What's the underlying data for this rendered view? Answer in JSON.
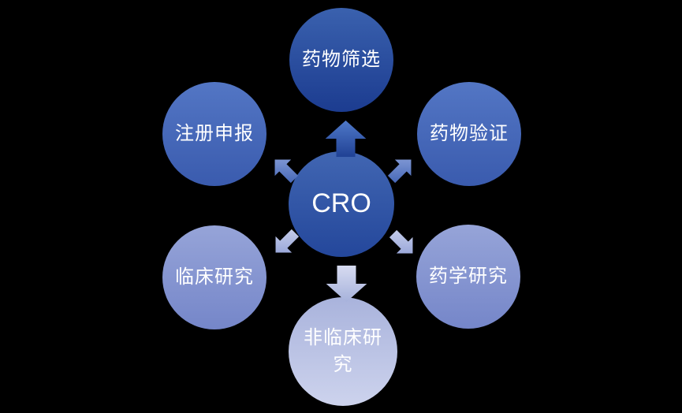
{
  "background_color": "#000000",
  "diagram": {
    "type": "radial-diverging",
    "center_node": {
      "label": "CRO",
      "color_top": "#4166B2",
      "color_bottom": "#24479B",
      "text_color": "#FFFFFF"
    },
    "satellite_nodes": [
      {
        "id": "drug-screening",
        "label": "药物筛选",
        "position": "top",
        "color_top": "#3A61AE",
        "color_bottom": "#1C3C90"
      },
      {
        "id": "drug-validation",
        "label": "药物验证",
        "position": "upper-right",
        "color_top": "#5376C4",
        "color_bottom": "#3A5BAE"
      },
      {
        "id": "pharmacy-research",
        "label": "药学研究",
        "position": "lower-right",
        "color_top": "#96A4D8",
        "color_bottom": "#7586C9"
      },
      {
        "id": "nonclinical-research",
        "label": "非临床研究",
        "position": "bottom",
        "color_top": "#A9B3DC",
        "color_bottom": "#CDD3ED"
      },
      {
        "id": "clinical-research",
        "label": "临床研究",
        "position": "lower-left",
        "color_top": "#96A4D8",
        "color_bottom": "#7586C9"
      },
      {
        "id": "registration-filing",
        "label": "注册申报",
        "position": "upper-left",
        "color_top": "#5376C4",
        "color_bottom": "#3A5BAE"
      }
    ],
    "arrows": [
      {
        "direction": "up",
        "color_top": "#507ACA",
        "color_bottom": "#1F4093"
      },
      {
        "direction": "up-left",
        "color_top": "#8FA5DC",
        "color_bottom": "#3C5FB2"
      },
      {
        "direction": "up-right",
        "color_top": "#8FA5DC",
        "color_bottom": "#3C5FB2"
      },
      {
        "direction": "down-left",
        "color_top": "#CDD4EE",
        "color_bottom": "#8D9CD4"
      },
      {
        "direction": "down-right",
        "color_top": "#CDD4EE",
        "color_bottom": "#8D9CD4"
      },
      {
        "direction": "down",
        "color_top": "#D8DCF1",
        "color_bottom": "#A5B1DB"
      }
    ],
    "text_color": "#FFFFFF"
  }
}
